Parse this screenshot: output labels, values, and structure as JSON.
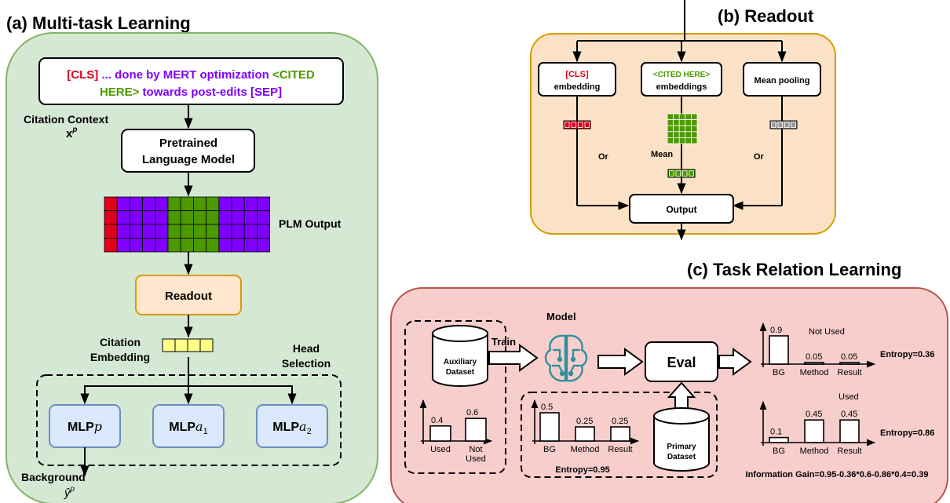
{
  "panels": {
    "a": {
      "title": "(a) Multi-task Learning"
    },
    "b": {
      "title": "(b) Readout"
    },
    "c": {
      "title": "(c) Task Relation Learning"
    }
  },
  "multitask": {
    "input": {
      "line1": {
        "cls": "[CLS]",
        "mid": " ... done by MERT optimization ",
        "cited": "<CITED"
      },
      "line2": {
        "cited": "HERE>",
        "rest": " towards post-edits [SEP]"
      }
    },
    "citation_context_label": "Citation Context",
    "citation_context_symbol": "x",
    "citation_context_sup": "p",
    "plm_box_line1": "Pretrained",
    "plm_box_line2": "Language Model",
    "plm_output_label": "PLM Output",
    "readout_box": "Readout",
    "citation_embedding_line1": "Citation",
    "citation_embedding_line2": "Embedding",
    "head_selection_line1": "Head",
    "head_selection_line2": "Selection",
    "mlp_heads": [
      {
        "text": "MLP",
        "var": "p",
        "sub": ""
      },
      {
        "text": "MLP",
        "var": "a",
        "sub": "1"
      },
      {
        "text": "MLP",
        "var": "a",
        "sub": "2"
      }
    ],
    "background_label": "Background",
    "output_symbol": "ŷ",
    "output_sup": "p"
  },
  "readout": {
    "cls_box": {
      "line1": "[CLS]",
      "line2": "embedding"
    },
    "cited_box": {
      "line1": "<CITED HERE>",
      "line2": "embeddings"
    },
    "mean_pool_box": "Mean pooling",
    "or_left": "Or",
    "or_right": "Or",
    "mean_label": "Mean",
    "output_box": "Output"
  },
  "task_relation": {
    "model_label": "Model",
    "train_label": "Train",
    "eval_box": "Eval",
    "auxiliary_dataset": {
      "line1": "Auxiliary",
      "line2": "Dataset"
    },
    "primary_dataset": {
      "line1": "Primary",
      "line2": "Dataset"
    },
    "aux_chart": {
      "categories": [
        "Used",
        "Not Used"
      ],
      "values": [
        0.4,
        0.6
      ],
      "labels": [
        "0.4",
        "0.6"
      ]
    },
    "primary_chart": {
      "categories": [
        "BG",
        "Method",
        "Result"
      ],
      "values": [
        0.5,
        0.25,
        0.25
      ],
      "labels": [
        "0.5",
        "0.25",
        "0.25"
      ],
      "entropy": "Entropy=0.95"
    },
    "not_used_chart": {
      "title": "Not Used",
      "categories": [
        "BG",
        "Method",
        "Result"
      ],
      "values": [
        0.9,
        0.05,
        0.05
      ],
      "labels": [
        "0.9",
        "0.05",
        "0.05"
      ],
      "entropy": "Entropy=0.36"
    },
    "used_chart": {
      "title": "Used",
      "categories": [
        "BG",
        "Method",
        "Result"
      ],
      "values": [
        0.1,
        0.45,
        0.45
      ],
      "labels": [
        "0.1",
        "0.45",
        "0.45"
      ],
      "entropy": "Entropy=0.86"
    },
    "information_gain": "Information Gain=0.95-0.36*0.6-0.86*0.4=0.39"
  },
  "colors": {
    "panel_a_fill": "#d5e8d4",
    "panel_a_stroke": "#82b366",
    "panel_b_fill": "#fbe2c6",
    "panel_b_stroke": "#d79b00",
    "panel_c_fill": "#f8cecc",
    "panel_c_stroke": "#b85450",
    "red": "#e0001b",
    "purple": "#7f00ff",
    "green": "#4d9900",
    "readout_fill": "#ffe6cc",
    "mlp_fill": "#dae8fc",
    "mlp_stroke": "#6c8ebf",
    "yellow": "#ffff88",
    "gray": "#999999",
    "brain": "#2f8f9d"
  }
}
